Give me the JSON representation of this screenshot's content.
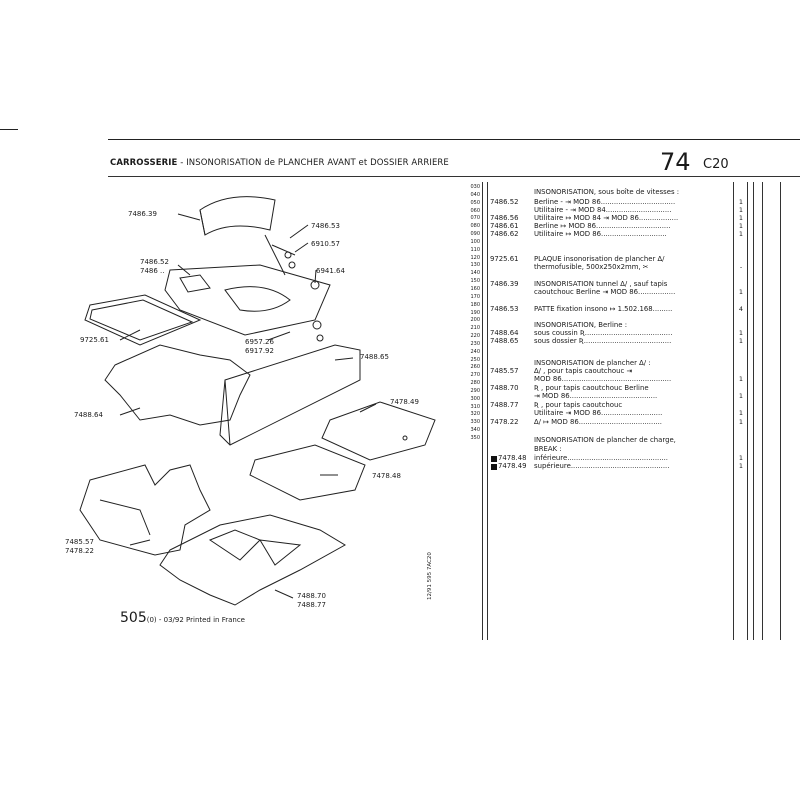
{
  "header": {
    "title_bold": "CARROSSERIE",
    "title_rest": " - INSONORISATION de PLANCHER AVANT et DOSSIER ARRIERE",
    "page_number": "74",
    "page_code": "C20"
  },
  "line_codes": [
    "030",
    "040",
    "050",
    "060",
    "070",
    "080",
    "090",
    "100",
    "110",
    "120",
    "130",
    "140",
    "150",
    "160",
    "170",
    "180",
    "190",
    "200",
    "210",
    "220",
    "230",
    "240",
    "250",
    "260",
    "270",
    "280",
    "290",
    "300",
    "310",
    "320",
    "330",
    "340",
    "350"
  ],
  "parts": [
    {
      "ref": "",
      "text": "INSONORISATION, sous boîte de vitesses :",
      "qty": ""
    },
    {
      "ref": "7486.52",
      "text": "Berline - ⇥ MOD 86..................................",
      "qty": "1"
    },
    {
      "ref": "",
      "text": "Utilitaire - ⇥ MOD 84..............................",
      "qty": "1"
    },
    {
      "ref": "7486.56",
      "text": "Utilitaire ↦ MOD 84 ⇥ MOD 86..................",
      "qty": "1"
    },
    {
      "ref": "7486.61",
      "text": "Berline ↦ MOD 86..................................",
      "qty": "1"
    },
    {
      "ref": "7486.62",
      "text": "Utilitaire ↦ MOD 86..............................",
      "qty": "1"
    },
    {
      "ref": "9725.61",
      "text": "PLAQUE insonorisation de plancher ∆/",
      "qty": ""
    },
    {
      "ref": "",
      "text": "thermofusible, 500x250x2mm, ✂",
      "qty": "-"
    },
    {
      "ref": "7486.39",
      "text": "INSONORISATION tunnel ∆/ , sauf tapis",
      "qty": ""
    },
    {
      "ref": "",
      "text": "caoutchouc Berline ⇥ MOD 86.................",
      "qty": "1"
    },
    {
      "ref": "7486.53",
      "text": "PATTE fixation insono ↦ 1.502.168.........",
      "qty": "4"
    },
    {
      "ref": "",
      "text": "INSONORISATION, Berline :",
      "qty": ""
    },
    {
      "ref": "7488.64",
      "text": "sous coussin Ʀ........................................",
      "qty": "1"
    },
    {
      "ref": "7488.65",
      "text": "sous dossier Ʀ........................................",
      "qty": "1"
    },
    {
      "ref": "",
      "text": "INSONORISATION de plancher ∆/ :",
      "qty": ""
    },
    {
      "ref": "7485.57",
      "text": "∆/ , pour tapis caoutchouc ⇥",
      "qty": ""
    },
    {
      "ref": "",
      "text": "MOD 86..................................................",
      "qty": "1"
    },
    {
      "ref": "7488.70",
      "text": "Ʀ , pour tapis caoutchouc Berline",
      "qty": ""
    },
    {
      "ref": "",
      "text": "⇥ MOD 86........................................",
      "qty": "1"
    },
    {
      "ref": "7488.77",
      "text": "Ʀ , pour tapis caoutchouc",
      "qty": ""
    },
    {
      "ref": "",
      "text": "Utilitaire ⇥ MOD 86............................",
      "qty": "1"
    },
    {
      "ref": "7478.22",
      "text": "∆/ ↦ MOD 86......................................",
      "qty": "1"
    },
    {
      "ref": "",
      "text": "INSONORISATION de plancher de charge,",
      "qty": ""
    },
    {
      "ref": "",
      "text": "BREAK :",
      "qty": ""
    },
    {
      "ref": "7478.48",
      "text": "inférieure..............................................",
      "qty": "1"
    },
    {
      "ref": "7478.49",
      "text": "supérieure.............................................",
      "qty": "1"
    }
  ],
  "callouts": {
    "c1": "7486.39",
    "c2": "7486.53",
    "c3": "6910.57",
    "c4": "7486.52",
    "c5": "7486 ..",
    "c6": "6941.64",
    "c7": "9725.61",
    "c8": "6957.26",
    "c9": "6917.92",
    "c10": "7488.65",
    "c11": "7478.49",
    "c12": "7488.64",
    "c13": "7478.48",
    "c14": "7485.57",
    "c15": "7478.22",
    "c16": "7488.70",
    "c17": "7488.77"
  },
  "footer": {
    "model": "505",
    "rest": "(0) - 03/92 Printed in France",
    "vertical": "12/91 595 7AC20"
  }
}
